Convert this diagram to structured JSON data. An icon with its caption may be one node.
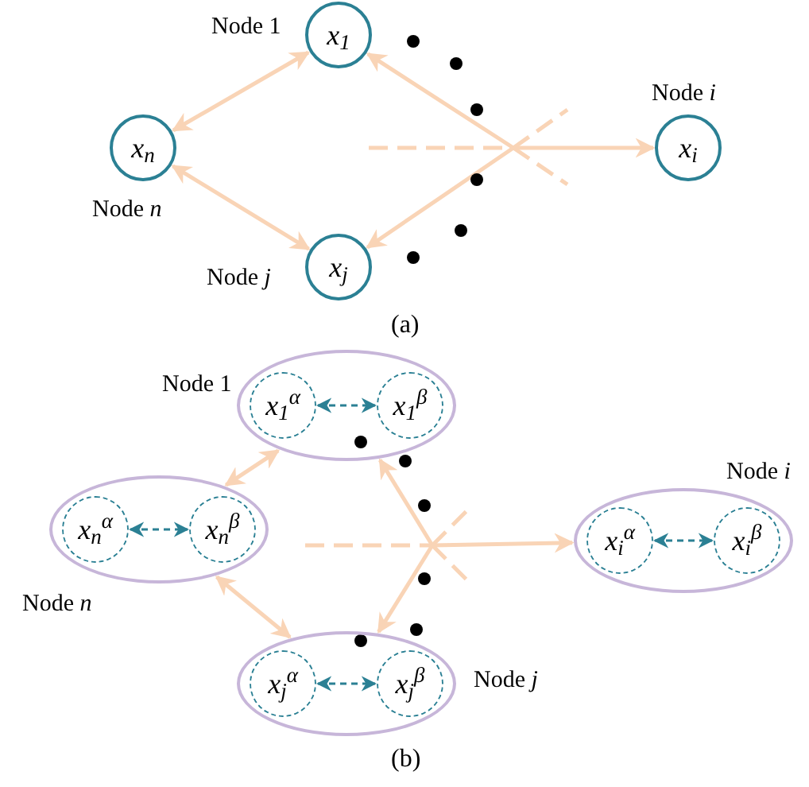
{
  "diagram": {
    "nodes": [
      {
        "text": [
          "x$_{1}$"
        ],
        "beside": [
          "Node 1"
        ]
      },
      {
        "text": [
          "x$_{n}$"
        ],
        "beside": [
          "Node *n*"
        ]
      },
      {
        "text": [
          "x$_{i}$"
        ],
        "beside": [
          "Node *i*"
        ]
      },
      {
        "text": [
          "x$_{j}$"
        ],
        "beside": [
          "Node *j*"
        ]
      },
      {
        "text": [],
        "shape": "ellipse",
        "beside": [
          "Node 1"
        ]
      },
      {
        "text": [
          "x$_{1}$$^{α}$"
        ],
        "in": 4
      },
      {
        "text": [
          "x$_{1}$$^{β}$"
        ],
        "in": 4
      },
      {
        "text": [],
        "shape": "ellipse",
        "beside": [
          "Node *n*"
        ]
      },
      {
        "text": [
          "x$_{n}$$^{α}$"
        ],
        "in": 7
      },
      {
        "text": [
          "x$_{n}$$^{β}$"
        ],
        "in": 7
      },
      {
        "text": [],
        "shape": "ellipse",
        "beside": [
          "Node *i*"
        ]
      },
      {
        "text": [
          "x$_{i}$$^{α}$"
        ],
        "in": 10
      },
      {
        "text": [
          "x$_{i}$$^{β}$"
        ],
        "in": 10
      },
      {
        "text": [],
        "shape": "ellipse",
        "beside": [
          "Node *j*"
        ]
      },
      {
        "text": [
          "x$_{j}$$^{α}$"
        ],
        "in": 13
      },
      {
        "text": [
          "x$_{j}$$^{β}$"
        ],
        "in": 13
      }
    ],
    "edges": [
      {
        "from": 1,
        "to": 0,
        "arrow": "both"
      },
      {
        "from": 1,
        "to": 3,
        "arrow": "both"
      },
      {
        "from": null,
        "to": 0,
        "arrow": "to"
      },
      {
        "from": null,
        "to": 3,
        "arrow": "to"
      },
      {
        "from": null,
        "to": 2,
        "arrow": "to"
      },
      {
        "from": 7,
        "to": 4,
        "arrow": "both"
      },
      {
        "from": 7,
        "to": 13,
        "arrow": "both"
      },
      {
        "from": null,
        "to": 4,
        "arrow": "to"
      },
      {
        "from": null,
        "to": 13,
        "arrow": "to"
      },
      {
        "from": null,
        "to": 10,
        "arrow": "to"
      },
      {
        "from": 5,
        "to": 6,
        "arrow": "both",
        "style": "dashed",
        "color": "#2b8094"
      },
      {
        "from": 8,
        "to": 9,
        "arrow": "both",
        "style": "dashed",
        "color": "#2b8094"
      },
      {
        "from": 11,
        "to": 12,
        "arrow": "both",
        "style": "dashed",
        "color": "#2b8094"
      },
      {
        "from": 14,
        "to": 15,
        "arrow": "both",
        "style": "dashed",
        "color": "#2b8094"
      }
    ],
    "labels": [
      "(a)",
      "(b)"
    ]
  }
}
